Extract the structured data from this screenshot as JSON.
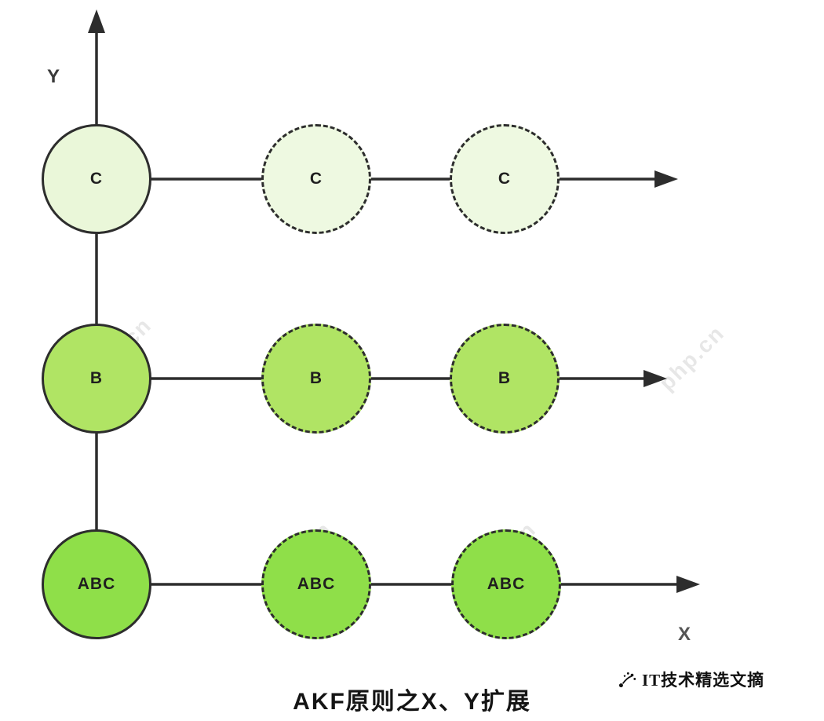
{
  "title": "AKF原则之X、Y扩展",
  "axes": {
    "y_label": "Y",
    "x_label": "X"
  },
  "diagram": {
    "type": "akf-scale-cube-grid",
    "rows": [
      {
        "name": "row-c",
        "fill": "#eaf7d9",
        "cells": [
          "C",
          "C",
          "C"
        ]
      },
      {
        "name": "row-b",
        "fill": "#b0e464",
        "cells": [
          "B",
          "B",
          "B"
        ]
      },
      {
        "name": "row-abc",
        "fill": "#8fdf49",
        "cells": [
          "ABC",
          "ABC",
          "ABC"
        ]
      }
    ],
    "first_column_style": "solid",
    "other_columns_style": "dashed",
    "stroke_color": "#2d2d2d"
  },
  "watermark": "php.cn",
  "footer_logo": {
    "text": "IT技术精选文摘"
  }
}
